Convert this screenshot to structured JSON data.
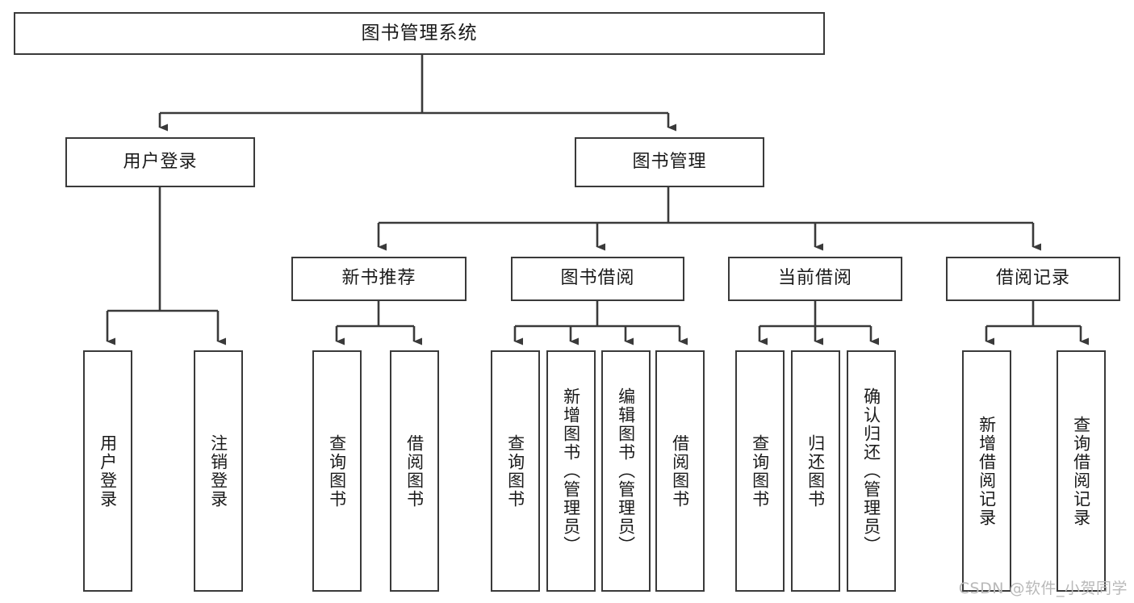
{
  "diagram": {
    "title": "图书管理系统",
    "type": "tree-hierarchy",
    "root": {
      "label": "图书管理系统"
    },
    "level2": [
      {
        "id": "user-login",
        "label": "用户登录"
      },
      {
        "id": "book-management",
        "label": "图书管理"
      }
    ],
    "level3": [
      {
        "id": "new-book-recommend",
        "label": "新书推荐",
        "parent": "book-management"
      },
      {
        "id": "book-borrow",
        "label": "图书借阅",
        "parent": "book-management"
      },
      {
        "id": "current-borrow",
        "label": "当前借阅",
        "parent": "book-management"
      },
      {
        "id": "borrow-record",
        "label": "借阅记录",
        "parent": "book-management"
      }
    ],
    "leaves": {
      "user_login": [
        {
          "id": "leaf-user-login",
          "label": "用户登录"
        },
        {
          "id": "leaf-logout-login",
          "label": "注销登录"
        }
      ],
      "new_book_recommend": [
        {
          "id": "leaf-query-book-1",
          "label": "查询图书"
        },
        {
          "id": "leaf-borrow-book-1",
          "label": "借阅图书"
        }
      ],
      "book_borrow": [
        {
          "id": "leaf-query-book-2",
          "label": "查询图书"
        },
        {
          "id": "leaf-add-book",
          "label": "新增图书（管理员）"
        },
        {
          "id": "leaf-edit-book",
          "label": "编辑图书（管理员）"
        },
        {
          "id": "leaf-borrow-book-2",
          "label": "借阅图书"
        }
      ],
      "current_borrow": [
        {
          "id": "leaf-query-book-3",
          "label": "查询图书"
        },
        {
          "id": "leaf-return-book",
          "label": "归还图书"
        },
        {
          "id": "leaf-confirm-return",
          "label": "确认归还（管理员）"
        }
      ],
      "borrow_record": [
        {
          "id": "leaf-add-borrow-record",
          "label": "新增借阅记录"
        },
        {
          "id": "leaf-query-borrow-record",
          "label": "查询借阅记录"
        }
      ]
    }
  },
  "watermark": {
    "text": "CSDN @软件_小贺同学"
  },
  "colors": {
    "stroke": "#3a3a3a",
    "background": "#ffffff",
    "text": "#1a1a1a",
    "watermark": "#b9b9b9"
  }
}
